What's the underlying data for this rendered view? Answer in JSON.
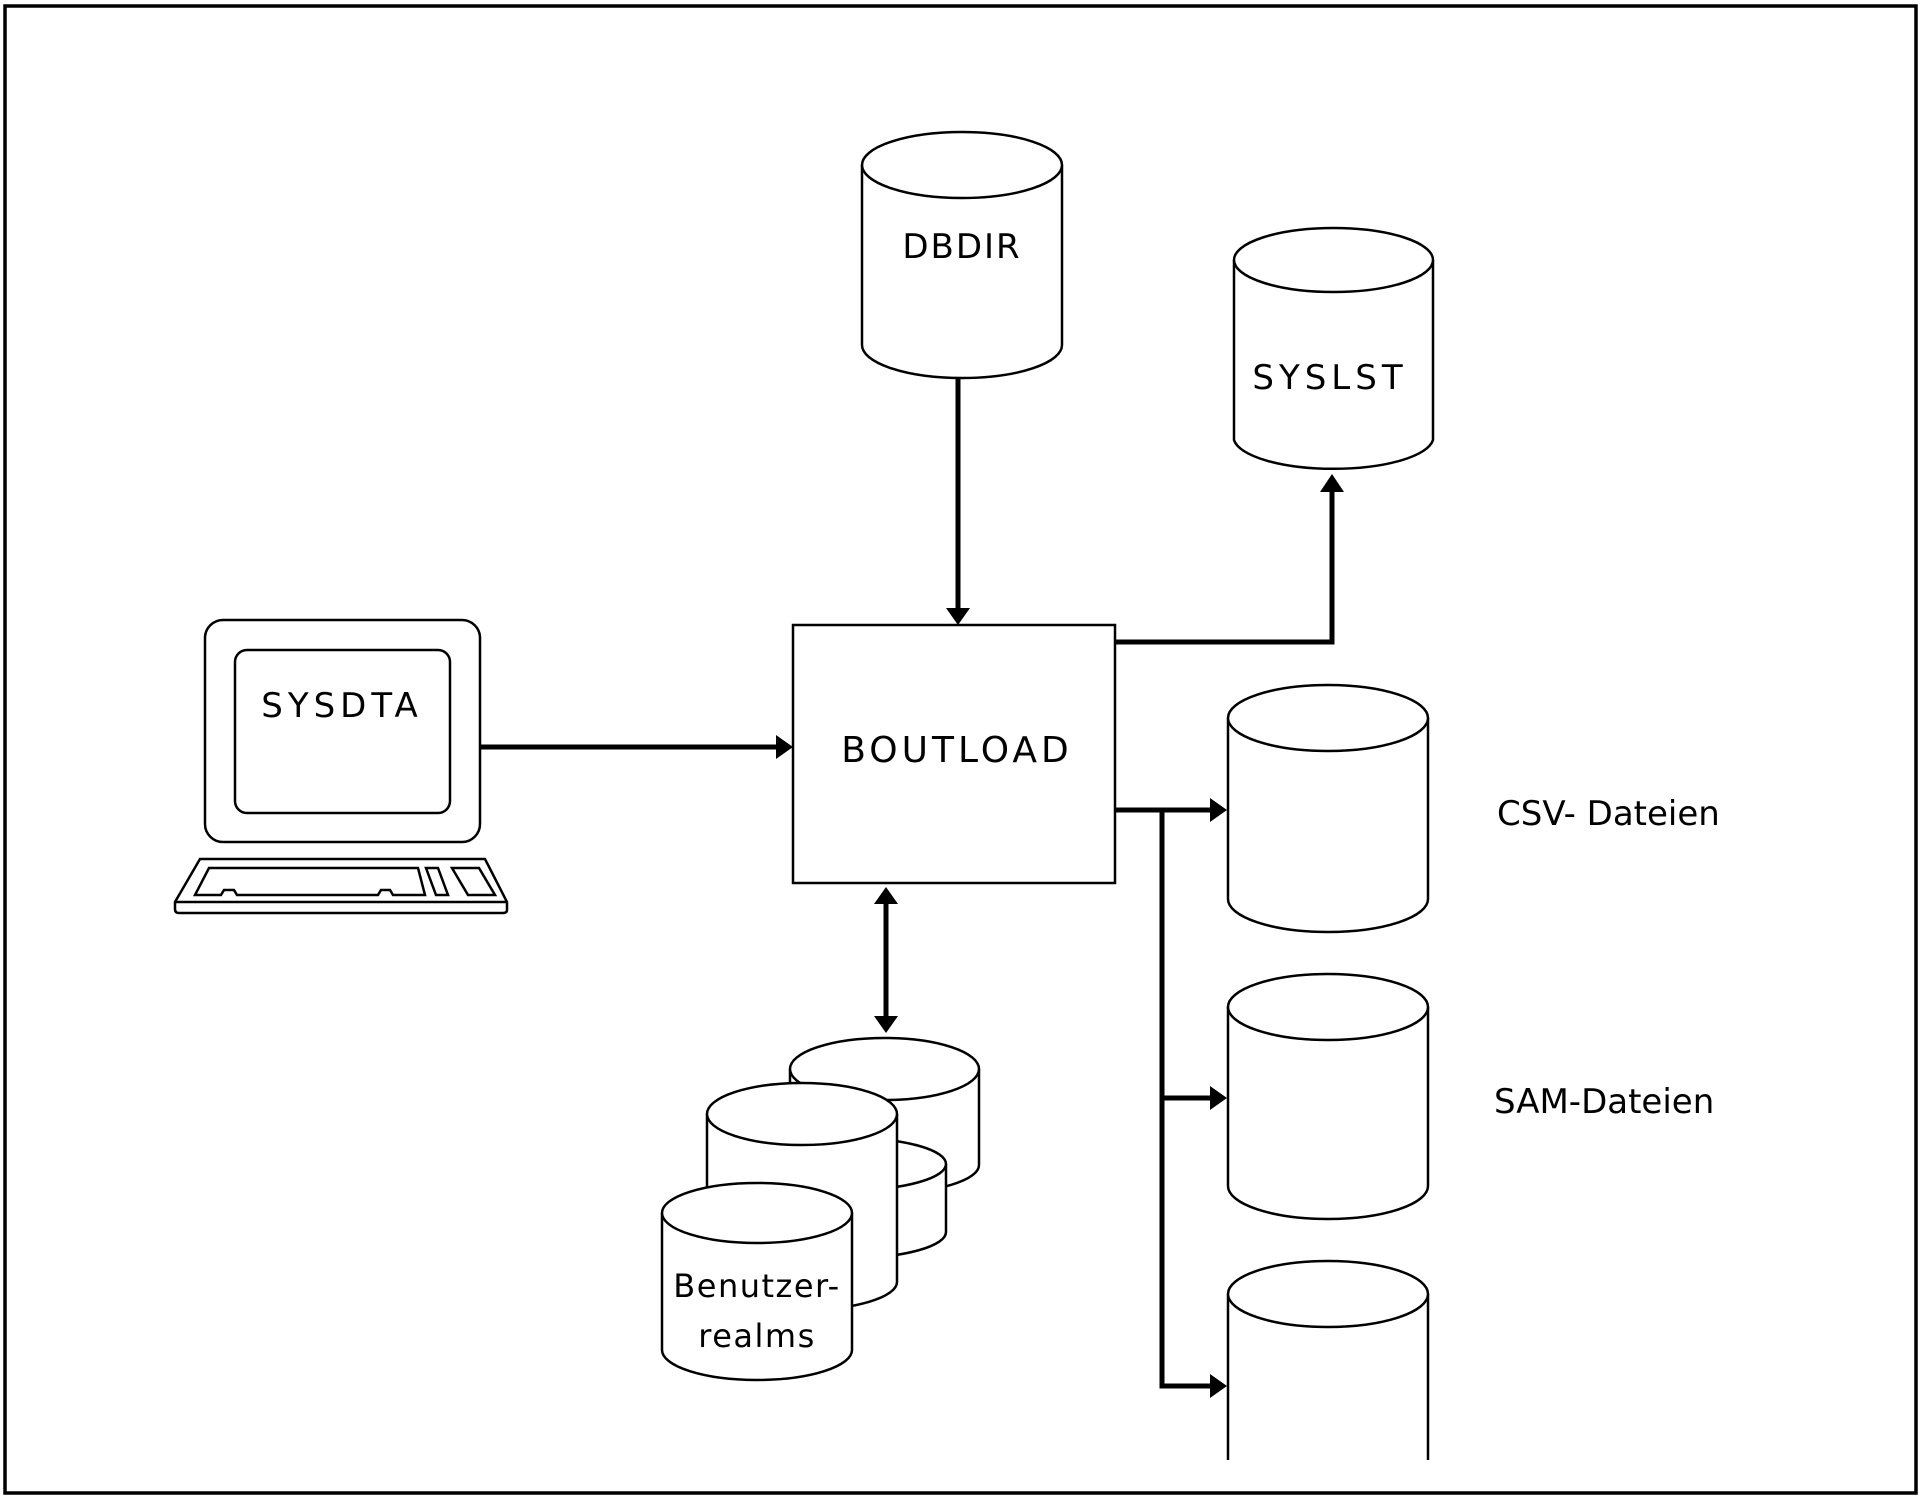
{
  "diagram": {
    "nodes": {
      "dbdir": {
        "label": "DBDIR",
        "shape": "cylinder"
      },
      "syslst": {
        "label": "SYSLST",
        "shape": "cylinder"
      },
      "sysdta": {
        "label": "SYSDTA",
        "shape": "terminal"
      },
      "boutload": {
        "label": "BOUTLOAD",
        "shape": "box"
      },
      "csv": {
        "label": "CSV- Dateien",
        "shape": "cylinder"
      },
      "sam": {
        "label": "SAM-Dateien",
        "shape": "cylinder"
      },
      "third_output": {
        "label": "",
        "shape": "cylinder"
      },
      "user_realms": {
        "label_line1": "Benutzer-",
        "label_line2": "realms",
        "shape": "cylinder-stack"
      }
    },
    "edges": [
      {
        "from": "dbdir",
        "to": "boutload",
        "direction": "forward"
      },
      {
        "from": "sysdta",
        "to": "boutload",
        "direction": "forward"
      },
      {
        "from": "boutload",
        "to": "syslst",
        "direction": "forward"
      },
      {
        "from": "boutload",
        "to": "csv",
        "direction": "forward"
      },
      {
        "from": "boutload",
        "to": "sam",
        "direction": "forward"
      },
      {
        "from": "boutload",
        "to": "third_output",
        "direction": "forward"
      },
      {
        "from": "boutload",
        "to": "user_realms",
        "direction": "both"
      }
    ]
  }
}
